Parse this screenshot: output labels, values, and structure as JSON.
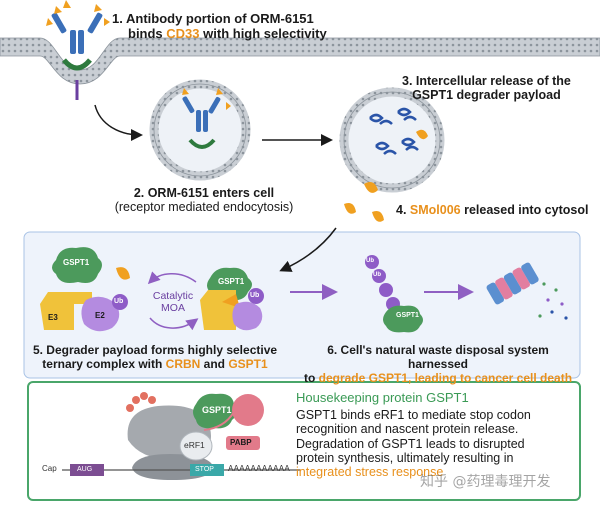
{
  "steps": {
    "s1": {
      "num": "1.",
      "line1": "Antibody portion of ORM-6151",
      "line2_pre": "binds ",
      "line2_hl": "CD33",
      "line2_post": " with high selectivity"
    },
    "s2": {
      "line1": "2. ORM-6151 enters cell",
      "line2": "(receptor mediated endocytosis)"
    },
    "s3": {
      "line1": "3. Intercellular release of the",
      "line2": "GSPT1 degrader payload"
    },
    "s4": {
      "num": "4. ",
      "hl": "SMol006",
      "rest": " released into cytosol"
    },
    "s5": {
      "line1": "5. Degrader payload forms highly selective",
      "line2_pre": "ternary complex with ",
      "line2_hl1": "CRBN",
      "line2_mid": " and ",
      "line2_hl2": "GSPT1"
    },
    "s6": {
      "line1": "6. Cell's natural waste disposal system harnessed",
      "line2_pre": "to ",
      "line2_hl": "degrade GSPT1, leading to cancer cell death"
    }
  },
  "labels": {
    "gspt1": "GSPT1",
    "e3": "E3",
    "e2": "E2",
    "ub": "Ub",
    "catalytic1": "Catalytic",
    "catalytic2": "MOA",
    "erf1": "eRF1",
    "pabp": "PABP",
    "cap": "Cap",
    "aug": "AUG",
    "stop": "STOP",
    "polya": "AAAAAAAAAAA"
  },
  "info": {
    "title": "Housekeeping protein GSPT1",
    "line1": "GSPT1 binds eRF1 to mediate stop codon",
    "line2": "recognition and nascent protein release.",
    "line3": "Degradation of GSPT1 leads to disrupted",
    "line4": "protein synthesis, ultimately resulting in",
    "line5": "integrated stress response"
  },
  "watermark": "知乎 @药理毒理开发",
  "colors": {
    "highlight": "#e8901c",
    "title_green": "#3a9a55",
    "panel_bg": "#eef3fb",
    "panel_border": "#a9c3e6",
    "green_box_border": "#4aa66a",
    "gspt1_green": "#4c9a5c",
    "ub_purple": "#8e5cc7",
    "e3_yellow": "#f0c23a",
    "e2_purple": "#b48be0",
    "membrane_gray": "#9aa3ad",
    "arrow_purple": "#8f5fc2"
  }
}
